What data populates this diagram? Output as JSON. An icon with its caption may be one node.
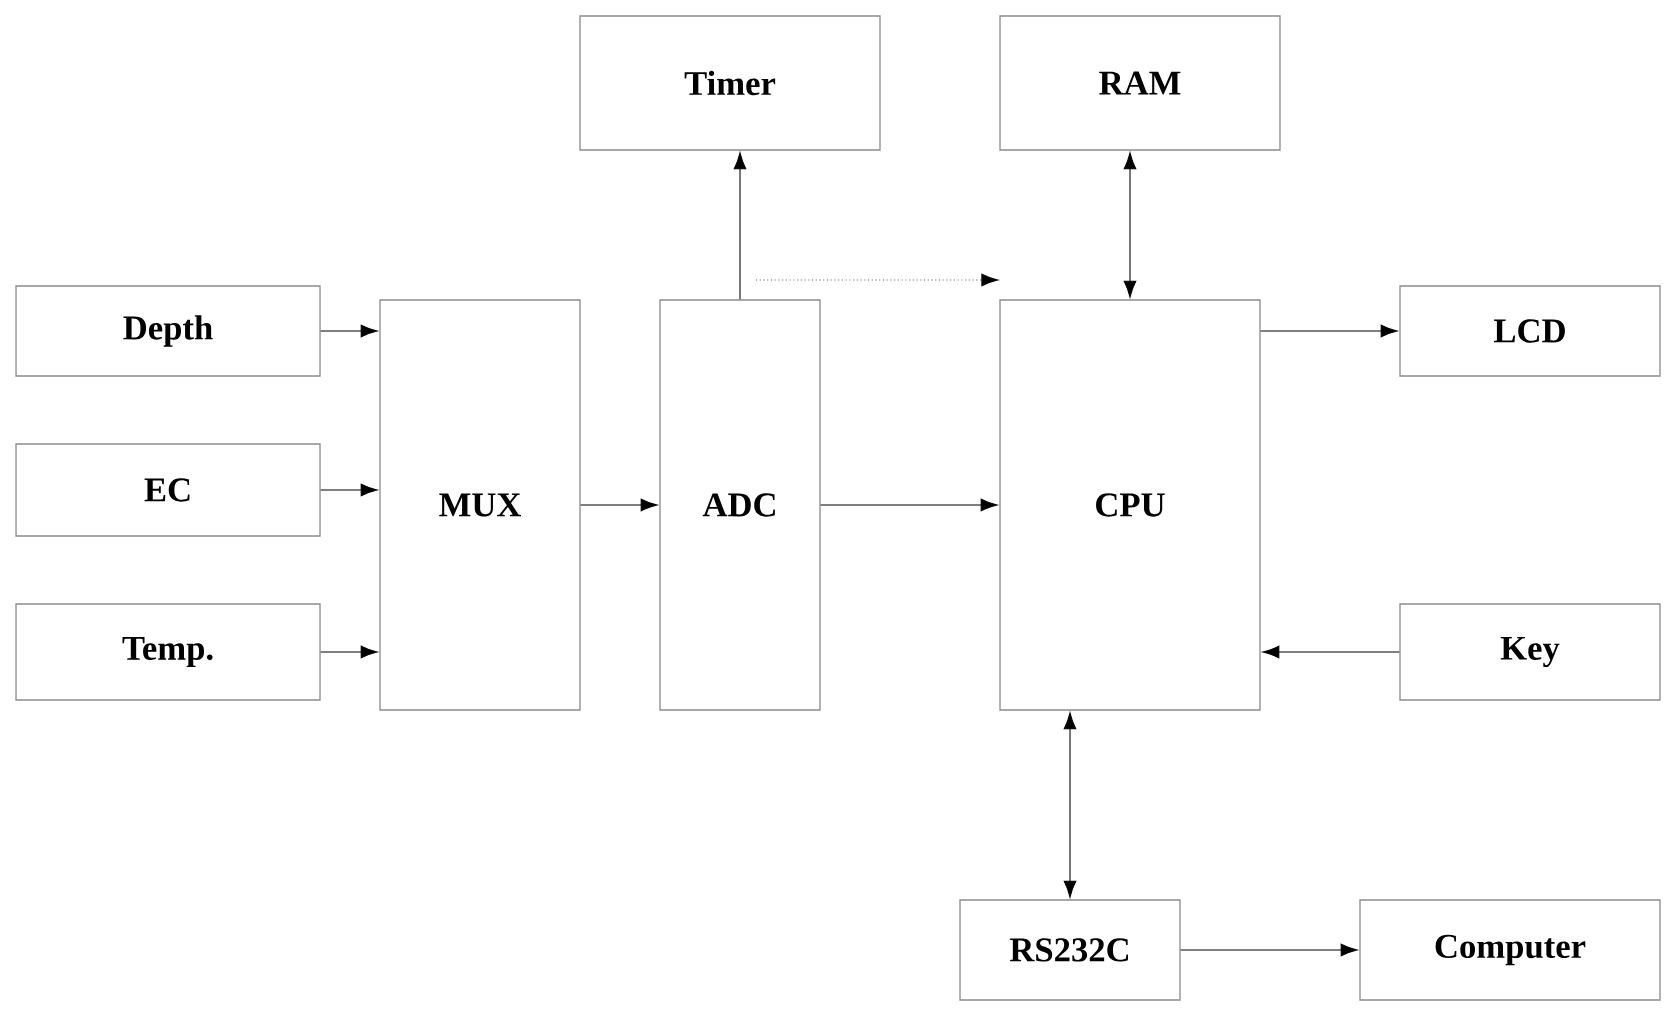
{
  "diagram": {
    "nodes": [
      {
        "text": [
          "Timer"
        ]
      },
      {
        "text": [
          "RAM"
        ]
      },
      {
        "text": [
          "Depth"
        ]
      },
      {
        "text": [
          "EC"
        ]
      },
      {
        "text": [
          "Temp."
        ]
      },
      {
        "text": [
          "MUX"
        ]
      },
      {
        "text": [
          "ADC"
        ]
      },
      {
        "text": [
          "CPU"
        ]
      },
      {
        "text": [
          "LCD"
        ]
      },
      {
        "text": [
          "Key"
        ]
      },
      {
        "text": [
          "RS232C"
        ]
      },
      {
        "text": [
          "Computer"
        ]
      }
    ],
    "edges": [
      {
        "from": 2,
        "to": 5,
        "arrow": "to"
      },
      {
        "from": 3,
        "to": 5,
        "arrow": "to"
      },
      {
        "from": 4,
        "to": 5,
        "arrow": "to"
      },
      {
        "from": 5,
        "to": 6,
        "arrow": "to"
      },
      {
        "from": 6,
        "to": 7,
        "arrow": "to"
      },
      {
        "from": 6,
        "to": 0,
        "arrow": "to"
      },
      {
        "from": 7,
        "to": 1,
        "arrow": "both"
      },
      {
        "from": 7,
        "to": 8,
        "arrow": "to"
      },
      {
        "from": 9,
        "to": 7,
        "arrow": "to"
      },
      {
        "from": 7,
        "to": 10,
        "arrow": "both"
      },
      {
        "from": 10,
        "to": 11,
        "arrow": "to"
      }
    ]
  }
}
